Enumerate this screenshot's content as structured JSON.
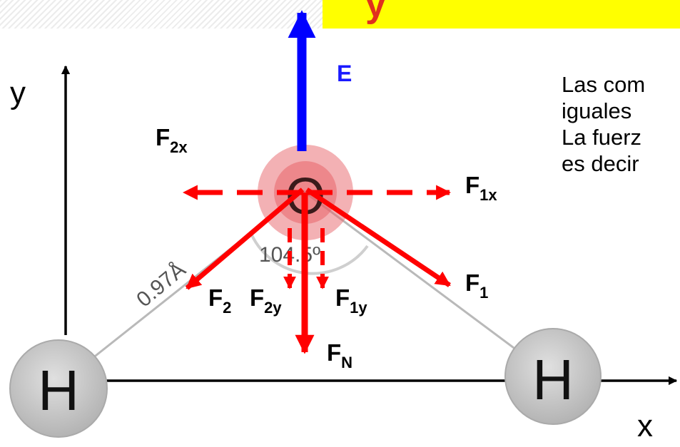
{
  "banner": {
    "text": "y",
    "bg": "#ffff00",
    "text_color": "#e0301e"
  },
  "side_text": [
    "Las com",
    "iguales",
    "La fuerz",
    "es decir"
  ],
  "axes": {
    "y_label": "y",
    "x_label": "x"
  },
  "molecule": {
    "center_atom": "O",
    "hydrogen_left": "H",
    "hydrogen_right": "H",
    "bond_length": "0.97Å",
    "bond_angle": "104.5º"
  },
  "forces": {
    "E": {
      "main": "E",
      "sub": "",
      "color": "#0000ff"
    },
    "F2x": {
      "main": "F",
      "sub": "2x",
      "color": "#ff0000"
    },
    "F1x": {
      "main": "F",
      "sub": "1x",
      "color": "#ff0000"
    },
    "F2": {
      "main": "F",
      "sub": "2",
      "color": "#ff0000"
    },
    "F2y": {
      "main": "F",
      "sub": "2y",
      "color": "#ff0000"
    },
    "F1y": {
      "main": "F",
      "sub": "1y",
      "color": "#ff0000"
    },
    "F1": {
      "main": "F",
      "sub": "1",
      "color": "#ff0000"
    },
    "FN": {
      "main": "F",
      "sub": "N",
      "color": "#ff0000"
    }
  }
}
